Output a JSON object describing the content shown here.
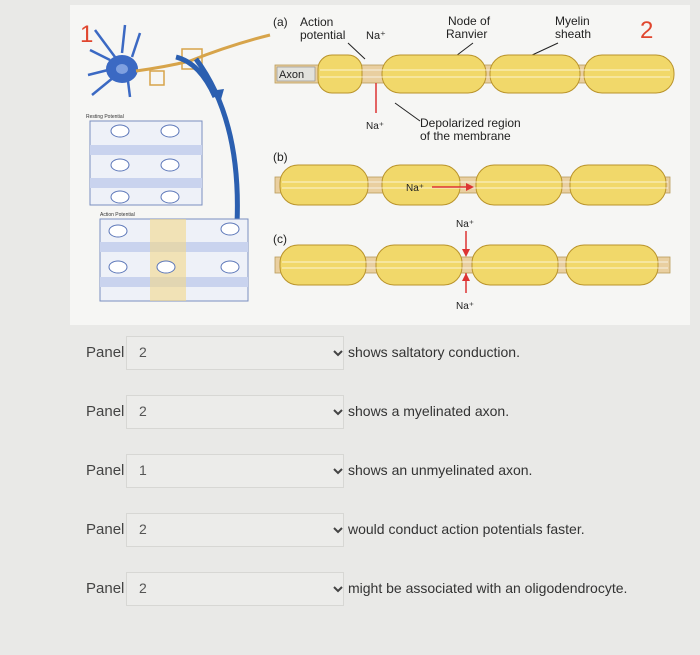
{
  "figure": {
    "marker_left": "1",
    "marker_right": "2",
    "label_a": "(a)",
    "label_b": "(b)",
    "label_c": "(c)",
    "action_potential_line1": "Action",
    "action_potential_line2": "potential",
    "na_ion": "Na⁺",
    "node_line1": "Node of",
    "node_line2": "Ranvier",
    "myelin_line1": "Myelin",
    "myelin_line2": "sheath",
    "axon": "Axon",
    "depolarized_line1": "Depolarized region",
    "depolarized_line2": "of the membrane",
    "resting_potential": "Resting Potential",
    "action_potential_small": "Action Potential",
    "colors": {
      "myelin": "#f1d86a",
      "axon": "#e9cfa0",
      "marker": "#e0462e",
      "membrane": "#5b76b8",
      "arrow": "#2b5fb0",
      "neuron": "#3b69c3"
    }
  },
  "rows": [
    {
      "panel_label": "Panel",
      "value": "2",
      "statement": "shows saltatory conduction."
    },
    {
      "panel_label": "Panel",
      "value": "2",
      "statement": "shows a myelinated axon."
    },
    {
      "panel_label": "Panel",
      "value": "1",
      "statement": "shows an unmyelinated axon."
    },
    {
      "panel_label": "Panel",
      "value": "2",
      "statement": "would conduct action potentials faster."
    },
    {
      "panel_label": "Panel",
      "value": "2",
      "statement": "might be associated with an oligodendrocyte."
    }
  ]
}
